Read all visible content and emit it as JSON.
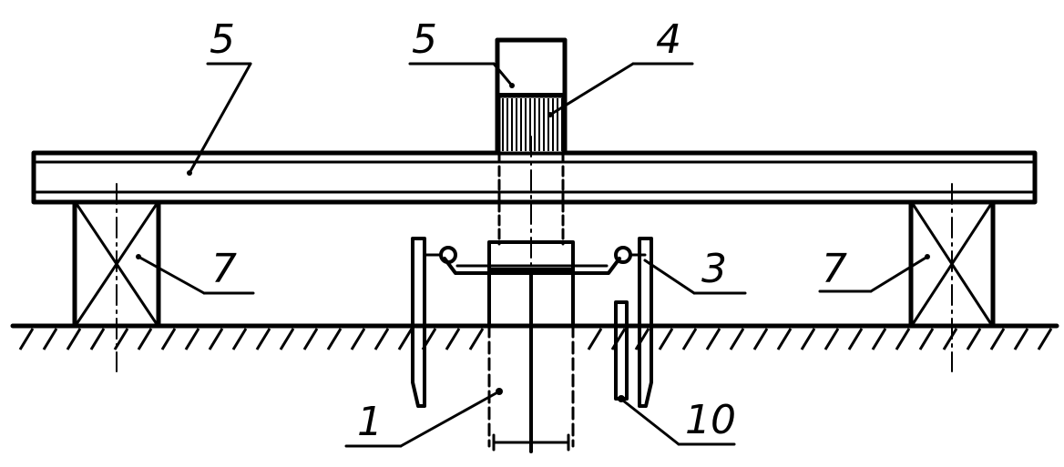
{
  "diagram": {
    "labels": {
      "beam_top": "5",
      "column_top": "5",
      "gear": "4",
      "support_left": "7",
      "support_right": "7",
      "arm_right": "3",
      "pile": "1",
      "rod": "10"
    },
    "colors": {
      "ink": "#000000",
      "paper": "#ffffff"
    }
  }
}
